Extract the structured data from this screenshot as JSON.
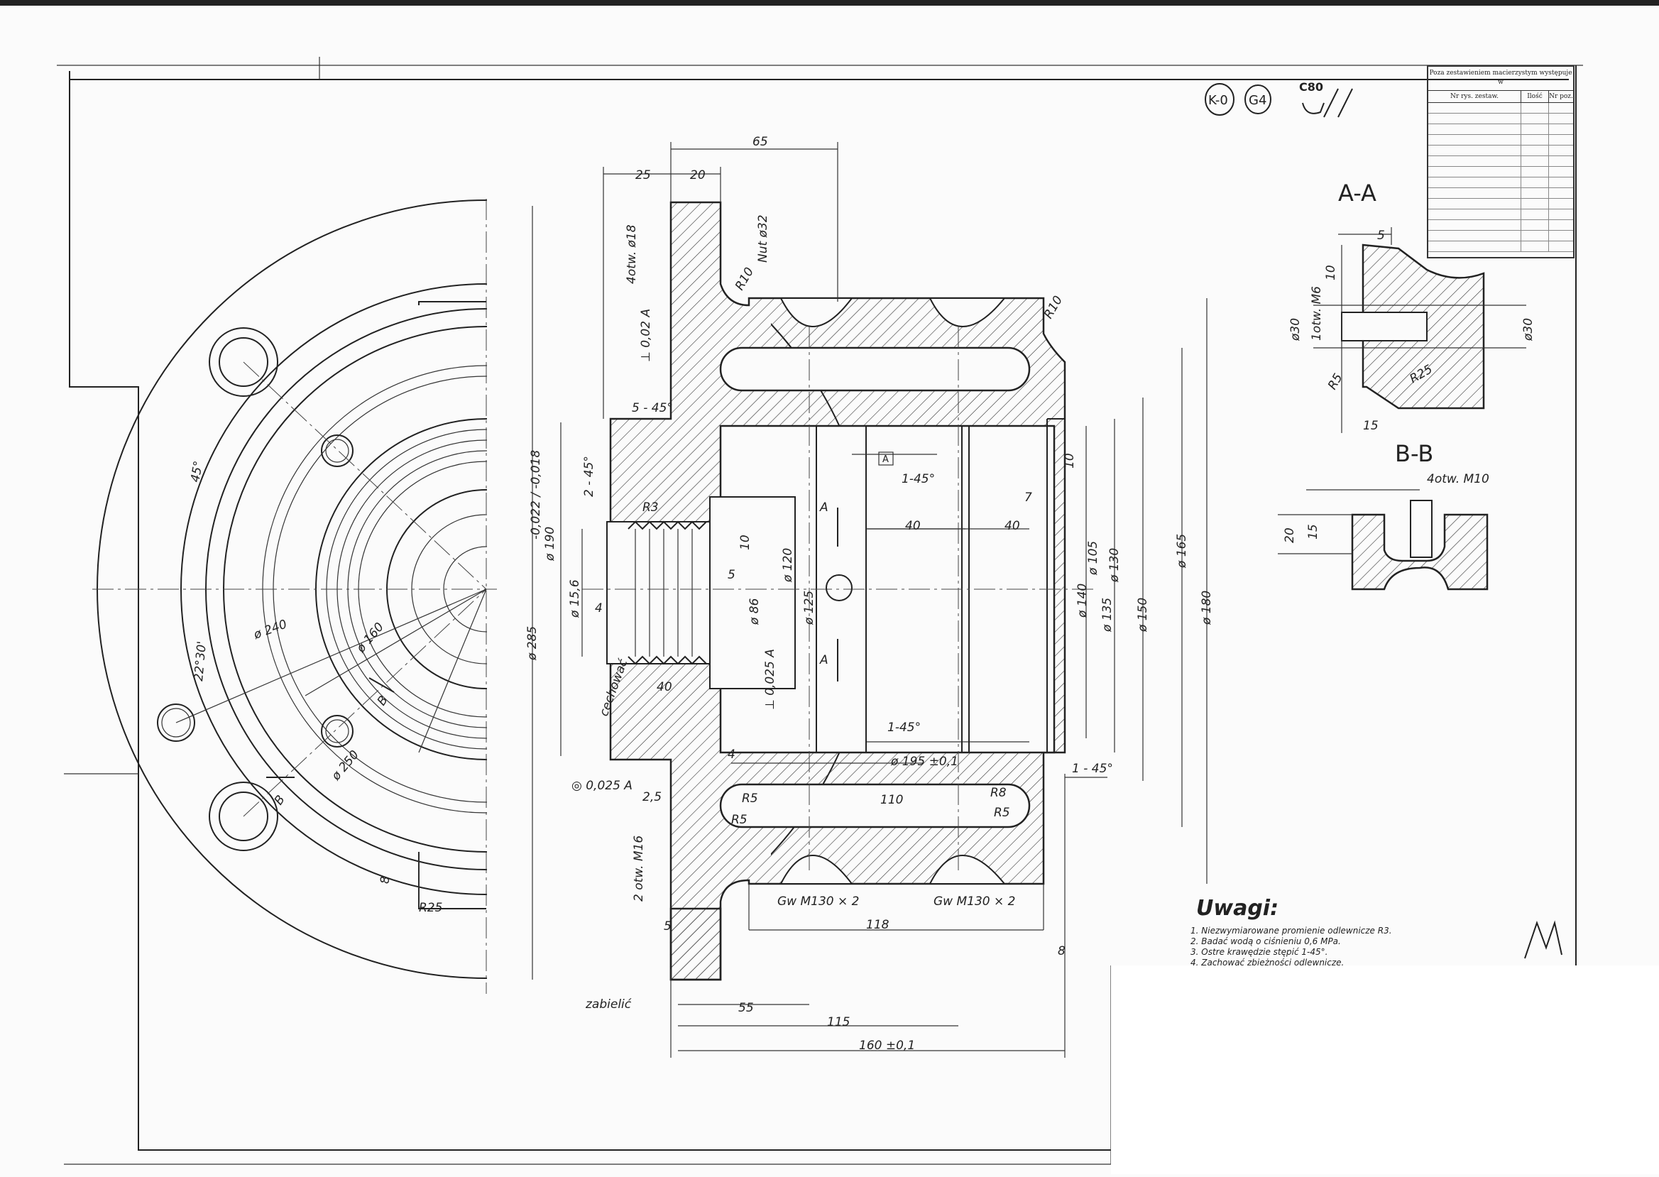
{
  "stamps": [
    "K-0",
    "G4",
    "C80"
  ],
  "section_labels": {
    "aa": "A-A",
    "bb": "B-B"
  },
  "table": {
    "header": "Poza zestawieniem macierzystym występuje w",
    "columns": [
      "Nr rys. zestaw.",
      "Ilość",
      "Nr poz."
    ]
  },
  "notes": {
    "title": "Uwagi:",
    "items": [
      "1. Niezwymiarowane promienie odlewnicze R3.",
      "2. Badać wodą o ciśnieniu 0,6 MPa.",
      "3. Ostre krawędzie stępić 1-45°.",
      "4. Zachować zbieżności odlewnicze."
    ]
  },
  "signature": "M",
  "dims": {
    "top_65": "65",
    "top_25": "25",
    "top_20": "20",
    "phi32": "Nut ø32",
    "tol_10a": "10",
    "otw_phi18": "4otw. ø18",
    "r10a": "R10",
    "r10b": "R10",
    "chamfer5": "5 - 45°",
    "chamfer2": "2 - 45°",
    "geo_perp": "⊥ 0,02 A",
    "geo_perp2": "⊥ 0,025 A",
    "geo_circ": "◎ 0,025 A",
    "phi190": "ø 190",
    "phi190tol": "-0,022 / -0,018",
    "phi156": "ø 15,6",
    "phi125": "ø 125",
    "phi120": "ø 120",
    "phi86": "ø 86",
    "phi285": "ø 285",
    "cechowac": "cechować",
    "zabielic": "zabielić",
    "r40a": "40",
    "r40b": "40",
    "r40c": "40",
    "dim5": "5",
    "dim4": "4",
    "dim7": "7",
    "dim10": "10",
    "dim25": "2,5",
    "dim4a": "4",
    "dimR3": "R3",
    "phi105": "ø 105",
    "phi140": "ø 140",
    "phi130": "ø 130",
    "phi135": "ø 135",
    "phi150": "ø 150",
    "phi165": "ø 165",
    "phi180": "ø 180",
    "phi195": "ø 195 ±0,1",
    "chamfer1": "1 - 45°",
    "chamfer45": "1-45°",
    "r5a": "R5",
    "r5b": "R5",
    "r5c": "R5",
    "r8": "R8",
    "dim110": "110",
    "dim118": "118",
    "otwm16": "2 otw. M16",
    "dim5b": "5",
    "gw130a": "Gw M130 × 2",
    "gw130b": "Gw M130 × 2",
    "dim55": "55",
    "dim115": "115",
    "dim160": "160 ±0,1",
    "dim8": "8",
    "phi240": "ø 240",
    "phi160": "ø 160",
    "phi250": "ø 250",
    "ang45": "45°",
    "ang22": "22°30'",
    "r25": "R25",
    "dim8b": "8",
    "r25b": "R25",
    "phi30": "ø30",
    "phi30b": "ø30",
    "dim5c": "5",
    "dim15": "15",
    "dim10b": "10",
    "otwm6": "1otw. M6",
    "r5d": "R5",
    "otwm10": "4otw. M10",
    "dim15b": "15",
    "dim20": "20",
    "sectionA": "A",
    "sectionB": "B"
  }
}
